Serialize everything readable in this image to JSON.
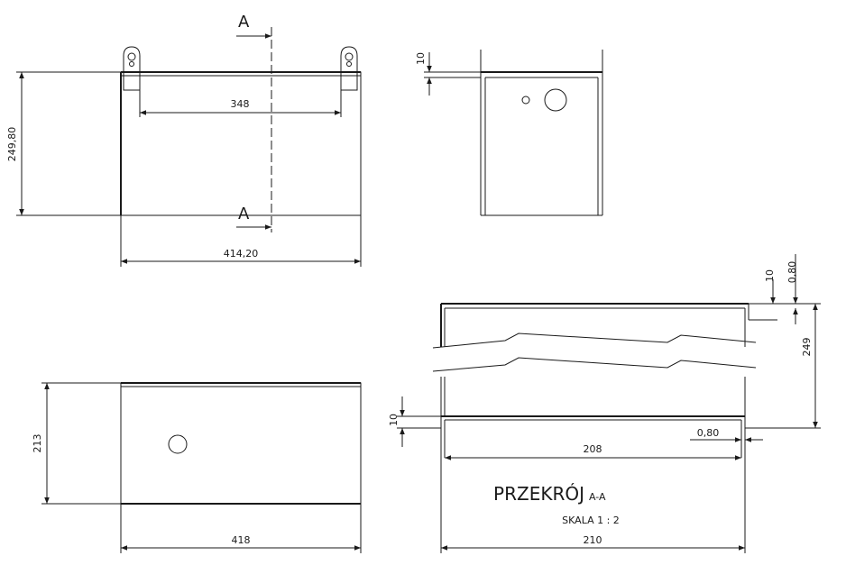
{
  "section_marks": {
    "top": "A",
    "bottom": "A"
  },
  "front_view": {
    "width": "414,20",
    "height": "249,80",
    "hole_spacing": "348"
  },
  "side_view": {
    "top_flange": "10"
  },
  "plan_view": {
    "width": "418",
    "height": "213"
  },
  "section_view": {
    "flange_height": "10",
    "wall_thickness_top": "0,80",
    "height": "249",
    "bottom_flange": "10",
    "wall_thickness_bottom": "0,80",
    "inner_width": "208",
    "outer_width": "210",
    "title": "PRZEKRÓJ",
    "title_suffix": "A-A",
    "scale": "SKALA  1 : 2"
  }
}
